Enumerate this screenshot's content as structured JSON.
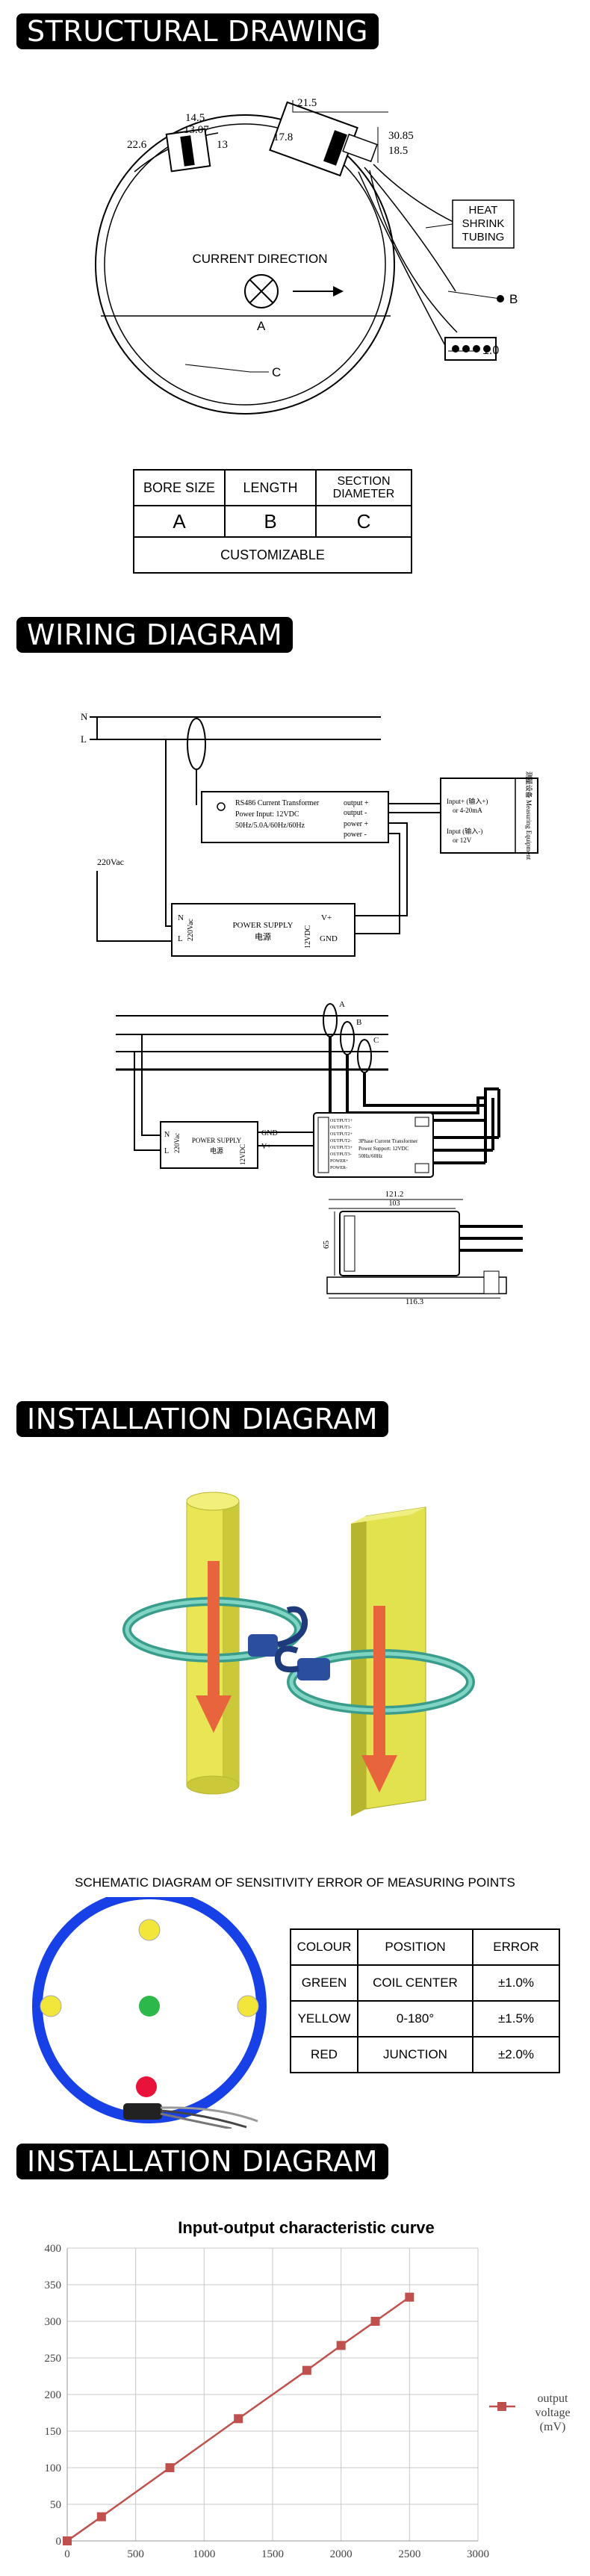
{
  "structural": {
    "header": "STRUCTURAL DRAWING",
    "dims": {
      "d1": "14.5",
      "d2": "13.07",
      "d3": "13",
      "d4": "22.6",
      "d5": "21.5",
      "d6": "17.8",
      "d7": "30.85",
      "d8": "18.5",
      "d9": "1.0"
    },
    "current_direction": "CURRENT DIRECTION",
    "label_a": "A",
    "label_b": "B",
    "label_c": "C",
    "heat_shrink": [
      "HEAT",
      "SHRINK",
      "TUBING"
    ],
    "table": {
      "headers": [
        "BORE SIZE",
        "LENGTH",
        [
          "SECTION",
          "DIAMETER"
        ]
      ],
      "values": [
        "A",
        "B",
        "C"
      ],
      "footer": "CUSTOMIZABLE"
    }
  },
  "wiring": {
    "header": "WIRING DIAGRAM",
    "line_n": "N",
    "line_l": "L",
    "v220": "220Vac",
    "transformer": {
      "title": "RS486 Current Transformer",
      "power": "Power Input: 12VDC",
      "freq": "50Hz/5.0A/60Hz/60Hz"
    },
    "transformer_pins": [
      "output +",
      "output -",
      "power +",
      "power -"
    ],
    "meter_input_1": "Input+ (输入+)",
    "meter_input_1b": "or 4-20mA",
    "meter_input_2": "Input (输入-)",
    "meter_input_2b": "or 12V",
    "meter_side": "测量设备 Measuring Equipment",
    "ps": {
      "n": "N",
      "l": "L",
      "vin": "220Vac",
      "title": "POWER SUPPLY",
      "title_cn": "电源",
      "vout": "12VDC",
      "vplus": "V+",
      "gnd": "GND"
    },
    "three_phase": {
      "a": "A",
      "b": "B",
      "c": "C"
    },
    "ps2": {
      "title": "POWER SUPPLY",
      "title_cn": "电源",
      "n": "N",
      "l": "L",
      "vin": "220Vac",
      "gnd": "GND",
      "vplus": "V+",
      "vout": "12VDC"
    },
    "module": {
      "title": "3Phase Current Transformer",
      "power": "Power Support: 12VDC",
      "freq": "50Hz/60Hz"
    },
    "module_pins": [
      "OUTPUT1+",
      "OUTPUT1-",
      "OUTPUT2+",
      "OUTPUT2-",
      "OUTPUT3+",
      "OUTPUT3-",
      "POWER+",
      "POWER-"
    ],
    "dim_top": "121.2",
    "dim_top2": "103",
    "dim_left": "65",
    "dim_bottom": "116.3"
  },
  "install1": {
    "header": "INSTALLATION DIAGRAM"
  },
  "sensitivity": {
    "title": "SCHEMATIC DIAGRAM OF SENSITIVITY ERROR OF MEASURING POINTS",
    "colors": {
      "green": "#2db84a",
      "yellow": "#f3e63a",
      "red": "#e8123a",
      "ring": "#1740e6"
    },
    "table": {
      "headers": [
        "COLOUR",
        "POSITION",
        "ERROR"
      ],
      "rows": [
        [
          "GREEN",
          "COIL CENTER",
          "±1.0%"
        ],
        [
          "YELLOW",
          "0-180°",
          "±1.5%"
        ],
        [
          "RED",
          "JUNCTION",
          "±2.0%"
        ]
      ]
    }
  },
  "install2": {
    "header": "INSTALLATION DIAGRAM"
  },
  "chart_data": {
    "type": "line",
    "title": "Input-output characteristic curve",
    "xlabel": "",
    "ylabel": "",
    "xlim": [
      0,
      3000
    ],
    "ylim": [
      0,
      400
    ],
    "xticks": [
      0,
      500,
      1000,
      1500,
      2000,
      2500,
      3000
    ],
    "yticks": [
      0,
      50,
      100,
      150,
      200,
      250,
      300,
      350,
      400
    ],
    "grid": true,
    "legend": "right",
    "series": [
      {
        "name": "output voltage (mV)",
        "legend_lines": [
          "output",
          "voltage",
          "(mV)"
        ],
        "color": "#c0504d",
        "x": [
          0,
          250,
          750,
          1250,
          1750,
          2000,
          2250,
          2500
        ],
        "y": [
          0,
          33,
          100,
          167,
          233,
          267,
          300,
          333
        ]
      }
    ]
  }
}
